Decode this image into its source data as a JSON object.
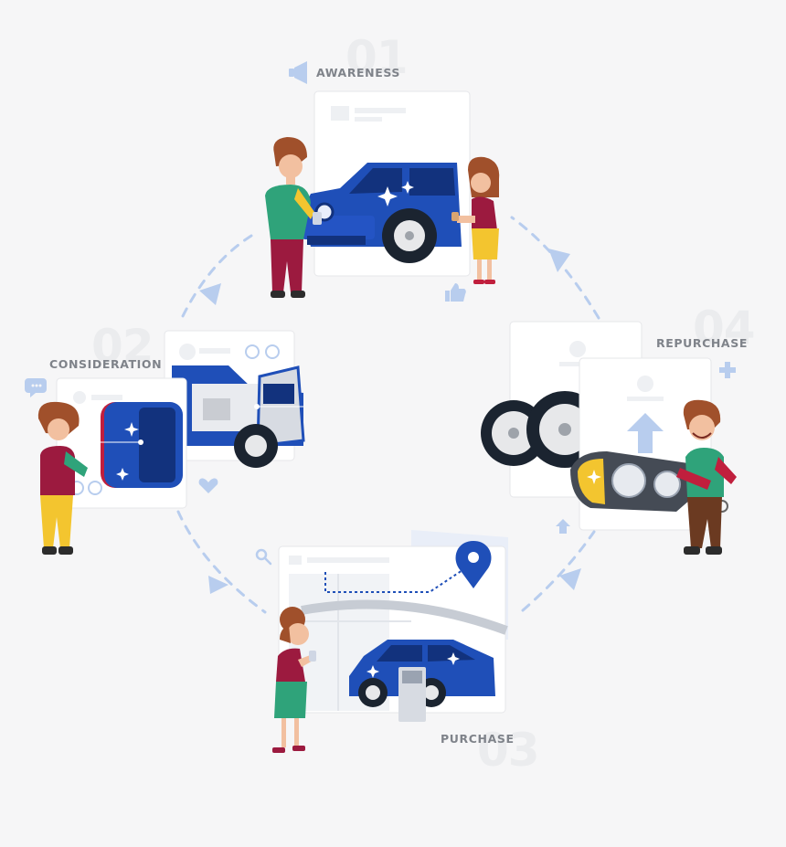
{
  "colors": {
    "background": "#f6f6f7",
    "car_blue": "#1f4fb8",
    "car_dark": "#12327d",
    "arrow": "#b8cdee",
    "label": "#7f838a",
    "accent_yellow": "#f3c52f",
    "accent_red": "#b9173c",
    "accent_green": "#2fa37a"
  },
  "stages": [
    {
      "number": "01",
      "label": "AWARENESS",
      "icon": "megaphone-icon"
    },
    {
      "number": "02",
      "label": "CONSIDERATION",
      "icon": "chat-bubble-icon"
    },
    {
      "number": "03",
      "label": "PURCHASE",
      "icon": "search-icon"
    },
    {
      "number": "04",
      "label": "REPURCHASE",
      "icon": "plus-icon"
    }
  ],
  "decorative_icons": [
    "thumbs-up-icon",
    "heart-icon",
    "arrow-up-icon",
    "map-pin-icon"
  ]
}
